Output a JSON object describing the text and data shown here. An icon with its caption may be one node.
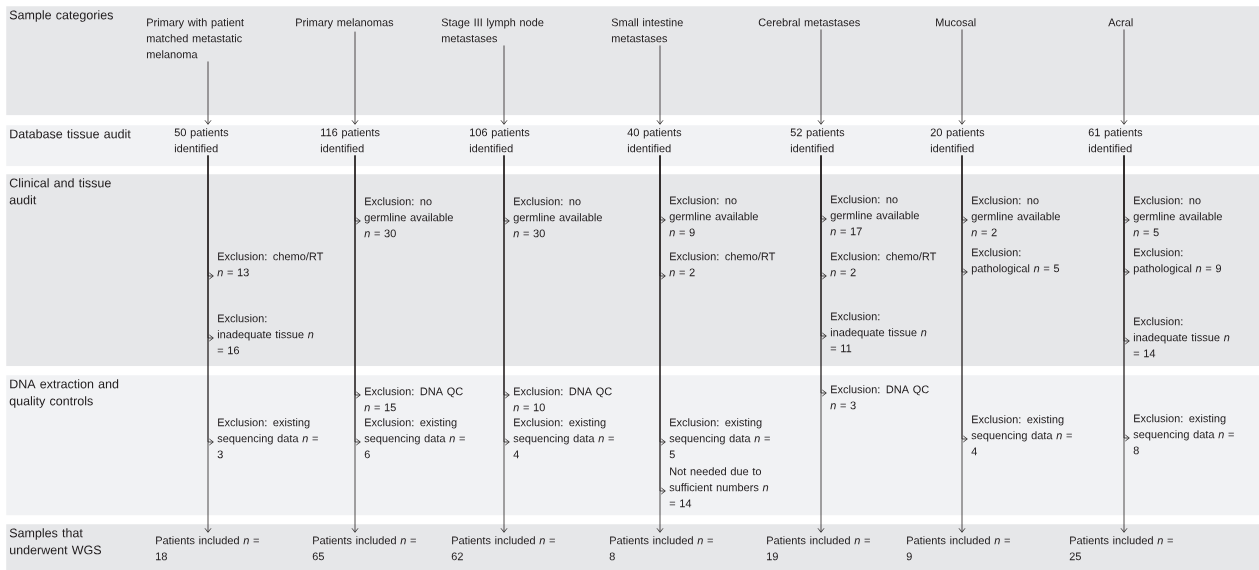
{
  "diagram": {
    "nodes": [
      {
        "text": [
          "Sample categories"
        ]
      },
      {
        "text": [
          "Primary with patient matched metastatic melanoma"
        ],
        "in": 0
      },
      {
        "text": [
          "Primary melanomas"
        ],
        "in": 0
      },
      {
        "text": [
          "Stage III lymph node metastases"
        ],
        "in": 0
      },
      {
        "text": [
          "Small intestine metastases"
        ],
        "in": 0
      },
      {
        "text": [
          "Cerebral metastases"
        ],
        "in": 0
      },
      {
        "text": [
          "Mucosal"
        ],
        "in": 0
      },
      {
        "text": [
          "Acral"
        ],
        "in": 0
      },
      {
        "text": [
          "Database tissue audit"
        ]
      },
      {
        "text": [
          "50 patients identified"
        ],
        "in": 8
      },
      {
        "text": [
          "116 patients identified"
        ],
        "in": 8
      },
      {
        "text": [
          "106 patients identified"
        ],
        "in": 8
      },
      {
        "text": [
          "40 patients identified"
        ],
        "in": 8
      },
      {
        "text": [
          "52 patients identified"
        ],
        "in": 8
      },
      {
        "text": [
          "20 patients identified"
        ],
        "in": 8
      },
      {
        "text": [
          "61 patients identified"
        ],
        "in": 8
      },
      {
        "text": [
          "Clinical and tissue audit"
        ]
      },
      {
        "text": [
          "Exclusion: chemo/RT *n* = 13"
        ],
        "in": 16
      },
      {
        "text": [
          "Exclusion: inadequate tissue *n* = 16"
        ],
        "in": 16
      },
      {
        "text": [
          "Exclusion: no germline available *n* = 30"
        ],
        "in": 16
      },
      {
        "text": [
          "Exclusion: no germline available *n* = 30"
        ],
        "in": 16
      },
      {
        "text": [
          "Exclusion: no germline available *n* = 9"
        ],
        "in": 16
      },
      {
        "text": [
          "Exclusion: chemo/RT *n* = 2"
        ],
        "in": 16
      },
      {
        "text": [
          "Exclusion: no germline available *n* = 17"
        ],
        "in": 16
      },
      {
        "text": [
          "Exclusion: chemo/RT *n* = 2"
        ],
        "in": 16
      },
      {
        "text": [
          "Exclusion: inadequate tissue *n* = 11"
        ],
        "in": 16
      },
      {
        "text": [
          "Exclusion: no germline available *n* = 2"
        ],
        "in": 16
      },
      {
        "text": [
          "Exclusion: pathological *n* = 5"
        ],
        "in": 16
      },
      {
        "text": [
          "Exclusion: no germline available *n* = 5"
        ],
        "in": 16
      },
      {
        "text": [
          "Exclusion: pathological *n* = 9"
        ],
        "in": 16
      },
      {
        "text": [
          "Exclusion: inadequate tissue *n* = 14"
        ],
        "in": 16
      },
      {
        "text": [
          "DNA extraction and quality controls"
        ]
      },
      {
        "text": [
          "Exclusion: existing sequencing data *n* = 3"
        ],
        "in": 31
      },
      {
        "text": [
          "Exclusion: DNA QC *n* = 15"
        ],
        "in": 31
      },
      {
        "text": [
          "Exclusion: existing sequencing data *n* = 6"
        ],
        "in": 31
      },
      {
        "text": [
          "Exclusion: DNA QC *n* = 10"
        ],
        "in": 31
      },
      {
        "text": [
          "Exclusion: existing sequencing data *n* = 4"
        ],
        "in": 31
      },
      {
        "text": [
          "Exclusion: existing sequencing data *n* = 5"
        ],
        "in": 31
      },
      {
        "text": [
          "Not needed due to sufficient numbers *n* = 14"
        ],
        "in": 31
      },
      {
        "text": [
          "Exclusion: DNA QC *n* = 3"
        ],
        "in": 31
      },
      {
        "text": [
          "Exclusion: existing sequencing data *n* = 4"
        ],
        "in": 31
      },
      {
        "text": [
          "Exclusion: existing sequencing data *n* = 8"
        ],
        "in": 31
      },
      {
        "text": [
          "Samples that underwent WGS"
        ]
      },
      {
        "text": [
          "Patients included *n* = 18"
        ],
        "in": 42
      },
      {
        "text": [
          "Patients included *n* = 65"
        ],
        "in": 42
      },
      {
        "text": [
          "Patients included *n* = 62"
        ],
        "in": 42
      },
      {
        "text": [
          "Patients included *n* = 8"
        ],
        "in": 42
      },
      {
        "text": [
          "Patients included *n* = 19"
        ],
        "in": 42
      },
      {
        "text": [
          "Patients included *n* = 9"
        ],
        "in": 42
      },
      {
        "text": [
          "Patients included *n* = 25"
        ],
        "in": 42
      }
    ],
    "edges": [
      {
        "from": 1,
        "to": 9,
        "arrow": "to"
      },
      {
        "from": 2,
        "to": 10,
        "arrow": "to"
      },
      {
        "from": 3,
        "to": 11,
        "arrow": "to"
      },
      {
        "from": 4,
        "to": 12,
        "arrow": "to"
      },
      {
        "from": 5,
        "to": 13,
        "arrow": "to"
      },
      {
        "from": 6,
        "to": 14,
        "arrow": "to"
      },
      {
        "from": 7,
        "to": 15,
        "arrow": "to"
      },
      {
        "from": 9,
        "to": 43,
        "arrow": "to"
      },
      {
        "from": 10,
        "to": 44,
        "arrow": "to"
      },
      {
        "from": 11,
        "to": 45,
        "arrow": "to"
      },
      {
        "from": 12,
        "to": 46,
        "arrow": "to"
      },
      {
        "from": 13,
        "to": 47,
        "arrow": "to"
      },
      {
        "from": 14,
        "to": 48,
        "arrow": "to"
      },
      {
        "from": 15,
        "to": 49,
        "arrow": "to"
      },
      {
        "from": 9,
        "to": 17,
        "arrow": "to"
      },
      {
        "from": 9,
        "to": 18,
        "arrow": "to"
      },
      {
        "from": 9,
        "to": 32,
        "arrow": "to"
      },
      {
        "from": 10,
        "to": 19,
        "arrow": "to"
      },
      {
        "from": 10,
        "to": 33,
        "arrow": "to"
      },
      {
        "from": 10,
        "to": 34,
        "arrow": "to"
      },
      {
        "from": 11,
        "to": 20,
        "arrow": "to"
      },
      {
        "from": 11,
        "to": 35,
        "arrow": "to"
      },
      {
        "from": 11,
        "to": 36,
        "arrow": "to"
      },
      {
        "from": 12,
        "to": 21,
        "arrow": "to"
      },
      {
        "from": 12,
        "to": 22,
        "arrow": "to"
      },
      {
        "from": 12,
        "to": 37,
        "arrow": "to"
      },
      {
        "from": 12,
        "to": 38,
        "arrow": "to"
      },
      {
        "from": 13,
        "to": 23,
        "arrow": "to"
      },
      {
        "from": 13,
        "to": 24,
        "arrow": "to"
      },
      {
        "from": 13,
        "to": 25,
        "arrow": "to"
      },
      {
        "from": 13,
        "to": 39,
        "arrow": "to"
      },
      {
        "from": 14,
        "to": 26,
        "arrow": "to"
      },
      {
        "from": 14,
        "to": 27,
        "arrow": "to"
      },
      {
        "from": 14,
        "to": 40,
        "arrow": "to"
      },
      {
        "from": 15,
        "to": 28,
        "arrow": "to"
      },
      {
        "from": 15,
        "to": 29,
        "arrow": "to"
      },
      {
        "from": 15,
        "to": 30,
        "arrow": "to"
      },
      {
        "from": 15,
        "to": 41,
        "arrow": "to"
      }
    ]
  }
}
